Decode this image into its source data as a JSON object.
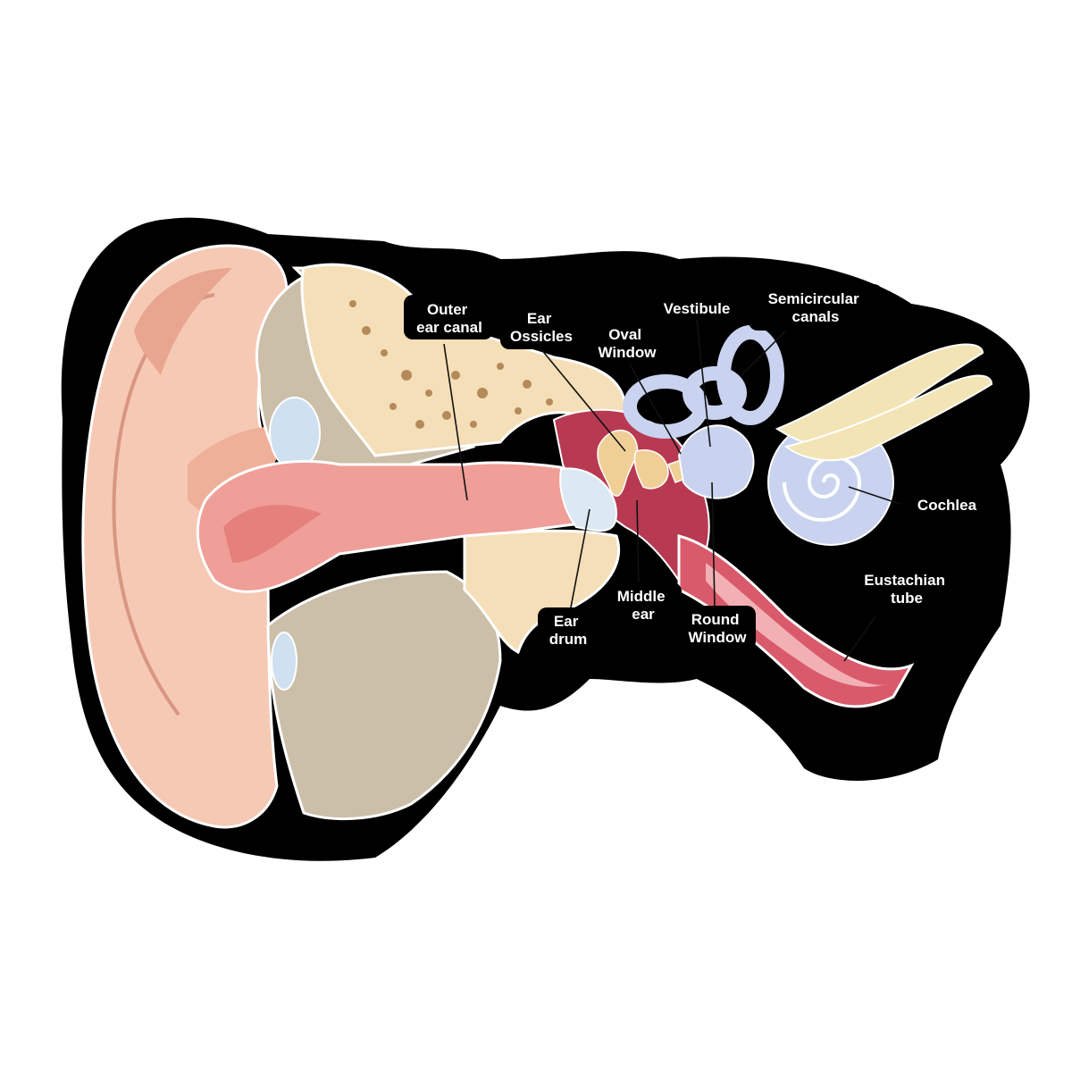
{
  "labels": {
    "outer_ear_canal": [
      "Outer",
      "ear canal"
    ],
    "ear_ossicles": [
      "Ear",
      "Ossicles"
    ],
    "oval_window": [
      "Oval",
      "Window"
    ],
    "vestibule": [
      "Vestibule"
    ],
    "semicircular_canals": [
      "Semicircular",
      "canals"
    ],
    "cochlea": [
      "Cochlea"
    ],
    "eustachian_tube": [
      "Eustachian",
      "tube"
    ],
    "round_window": [
      "Round",
      "Window"
    ],
    "middle_ear": [
      "Middle",
      "ear"
    ],
    "ear_drum": [
      "Ear",
      "drum"
    ]
  },
  "colors": {
    "sticker_outline": "#000000",
    "skin": "#f6c9b5",
    "skin_shadow": "#eda892",
    "bone": "#f5dfb8",
    "bone_spots": "#b58a5a",
    "tissue": "#cbbfa9",
    "canal": "#ef9e98",
    "middle_ear_cavity": "#b83a52",
    "inner_ear": "#c9d3ef",
    "nerve": "#f2e4b4",
    "eustachian": "#d95a6a"
  }
}
